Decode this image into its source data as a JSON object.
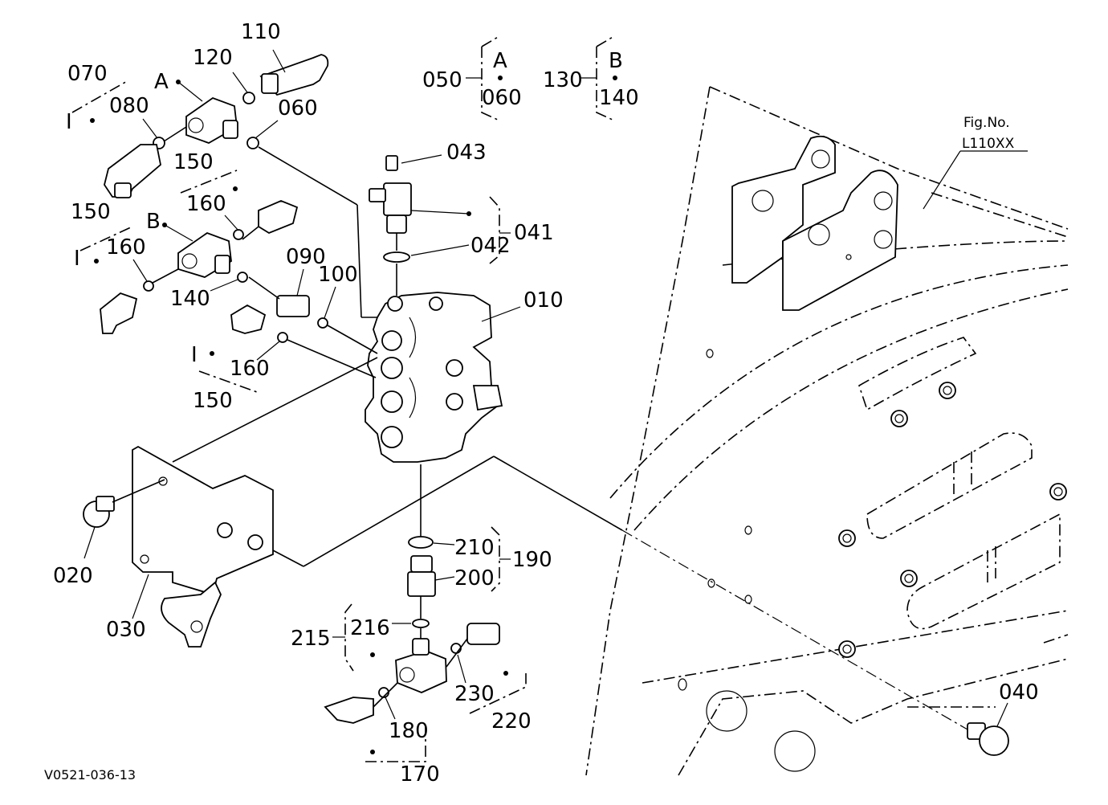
{
  "diagram": {
    "caption": "V0521-036-13",
    "fig_ref": {
      "line1": "Fig.No.",
      "line2": "L110XX"
    },
    "groups": {
      "g050": {
        "label": "050",
        "letter": "A",
        "sub": "060"
      },
      "g130": {
        "label": "130",
        "letter": "B",
        "sub": "140"
      }
    },
    "labels": {
      "p110": "110",
      "p120": "120",
      "p060": "060",
      "p070": "070",
      "p080": "080",
      "pA": "A",
      "pB": "B",
      "pI1": "I",
      "pI2": "I",
      "pI3": "I",
      "p150a": "150",
      "p160a": "160",
      "p150b": "150",
      "p160b": "160",
      "p140": "140",
      "p090": "090",
      "p100": "100",
      "p160c": "160",
      "p150c": "150",
      "p043": "043",
      "p041": "041",
      "p042": "042",
      "p010": "010",
      "p020": "020",
      "p030": "030",
      "p210": "210",
      "p190": "190",
      "p200": "200",
      "p215": "215",
      "p216": "216",
      "p230": "230",
      "p220": "220",
      "p180": "180",
      "p170": "170",
      "p040": "040"
    }
  }
}
